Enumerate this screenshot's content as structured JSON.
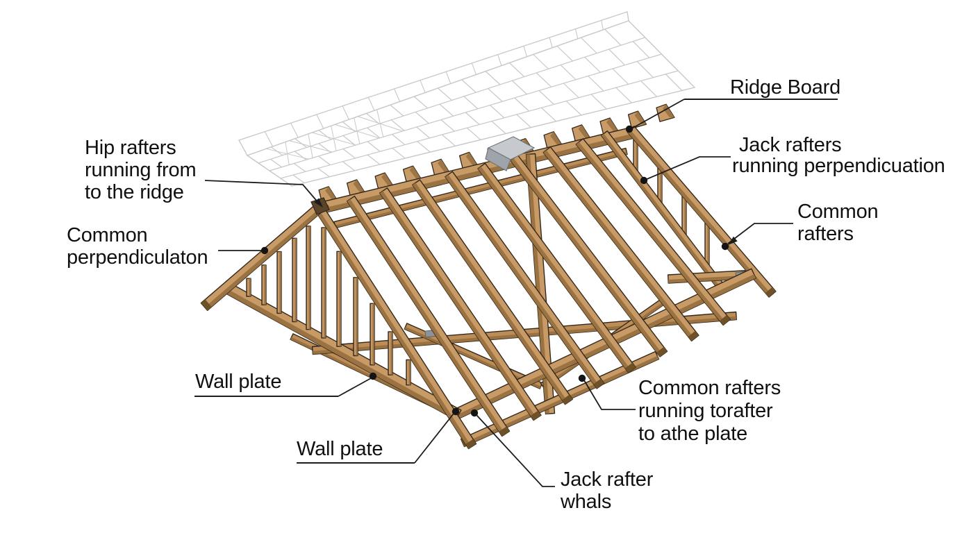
{
  "diagram": {
    "type": "roof-framing-annotated-illustration",
    "background": "#ffffff",
    "labels": {
      "ridge_board": {
        "lines": [
          "Ridge Board"
        ]
      },
      "jack_rafters_right": {
        "lines": [
          "Jack rafters",
          "running perpendicuation"
        ]
      },
      "common_rafters_right": {
        "lines": [
          "Common",
          "rafters"
        ]
      },
      "hip_rafters_left": {
        "lines": [
          "Hip rafters",
          "running from",
          "to the ridge"
        ]
      },
      "common_perpendiculaton_left": {
        "lines": [
          "Common",
          "perpendiculaton"
        ]
      },
      "wall_plate_left": {
        "lines": [
          "Wall plate"
        ]
      },
      "wall_plate_bottom": {
        "lines": [
          "Wall plate"
        ]
      },
      "common_rafters_bottom": {
        "lines": [
          "Common rafters",
          "running torafter",
          "to athe plate"
        ]
      },
      "jack_rafter_whals_bottom": {
        "lines": [
          "Jack rafter",
          "whals"
        ]
      }
    },
    "colors": {
      "wood_top": "#c89a66",
      "wood_mid": "#bd8d58",
      "wood_side": "#97703f",
      "wood_dark": "#6f5128",
      "outline": "#33271a",
      "metal_light": "#c6c9ce",
      "metal_dark": "#9fa4ab",
      "metal_edge": "#70757c",
      "shingle_line": "#c7c7cc",
      "leader": "#1c1c1c",
      "dot": "#141414",
      "text": "#101010"
    }
  }
}
